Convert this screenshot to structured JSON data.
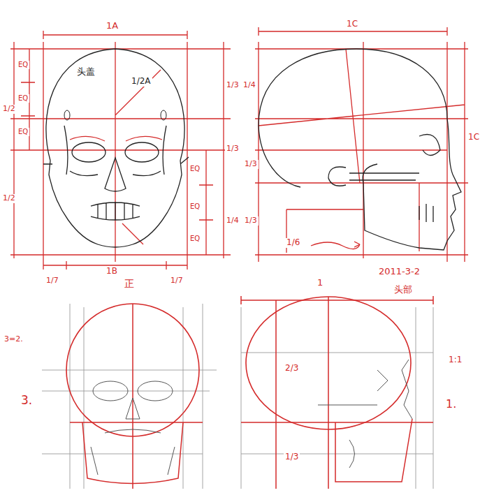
{
  "diagram": {
    "labels": [
      "1A",
      "EQ",
      "EQ",
      "EQ",
      "1/2",
      "1/2",
      "头盖",
      "1/2A",
      "EQ",
      "EQ",
      "EQ",
      "1/3",
      "1/4",
      "1/3",
      "1/3",
      "1/4",
      "1/3",
      "1/7",
      "1B",
      "1/7",
      "正",
      "1C",
      "1C",
      "1/6",
      "2011-3-2",
      "头部",
      "3=2.",
      "3.",
      "1",
      "2/3",
      "1/3",
      "1:1",
      "1."
    ]
  }
}
